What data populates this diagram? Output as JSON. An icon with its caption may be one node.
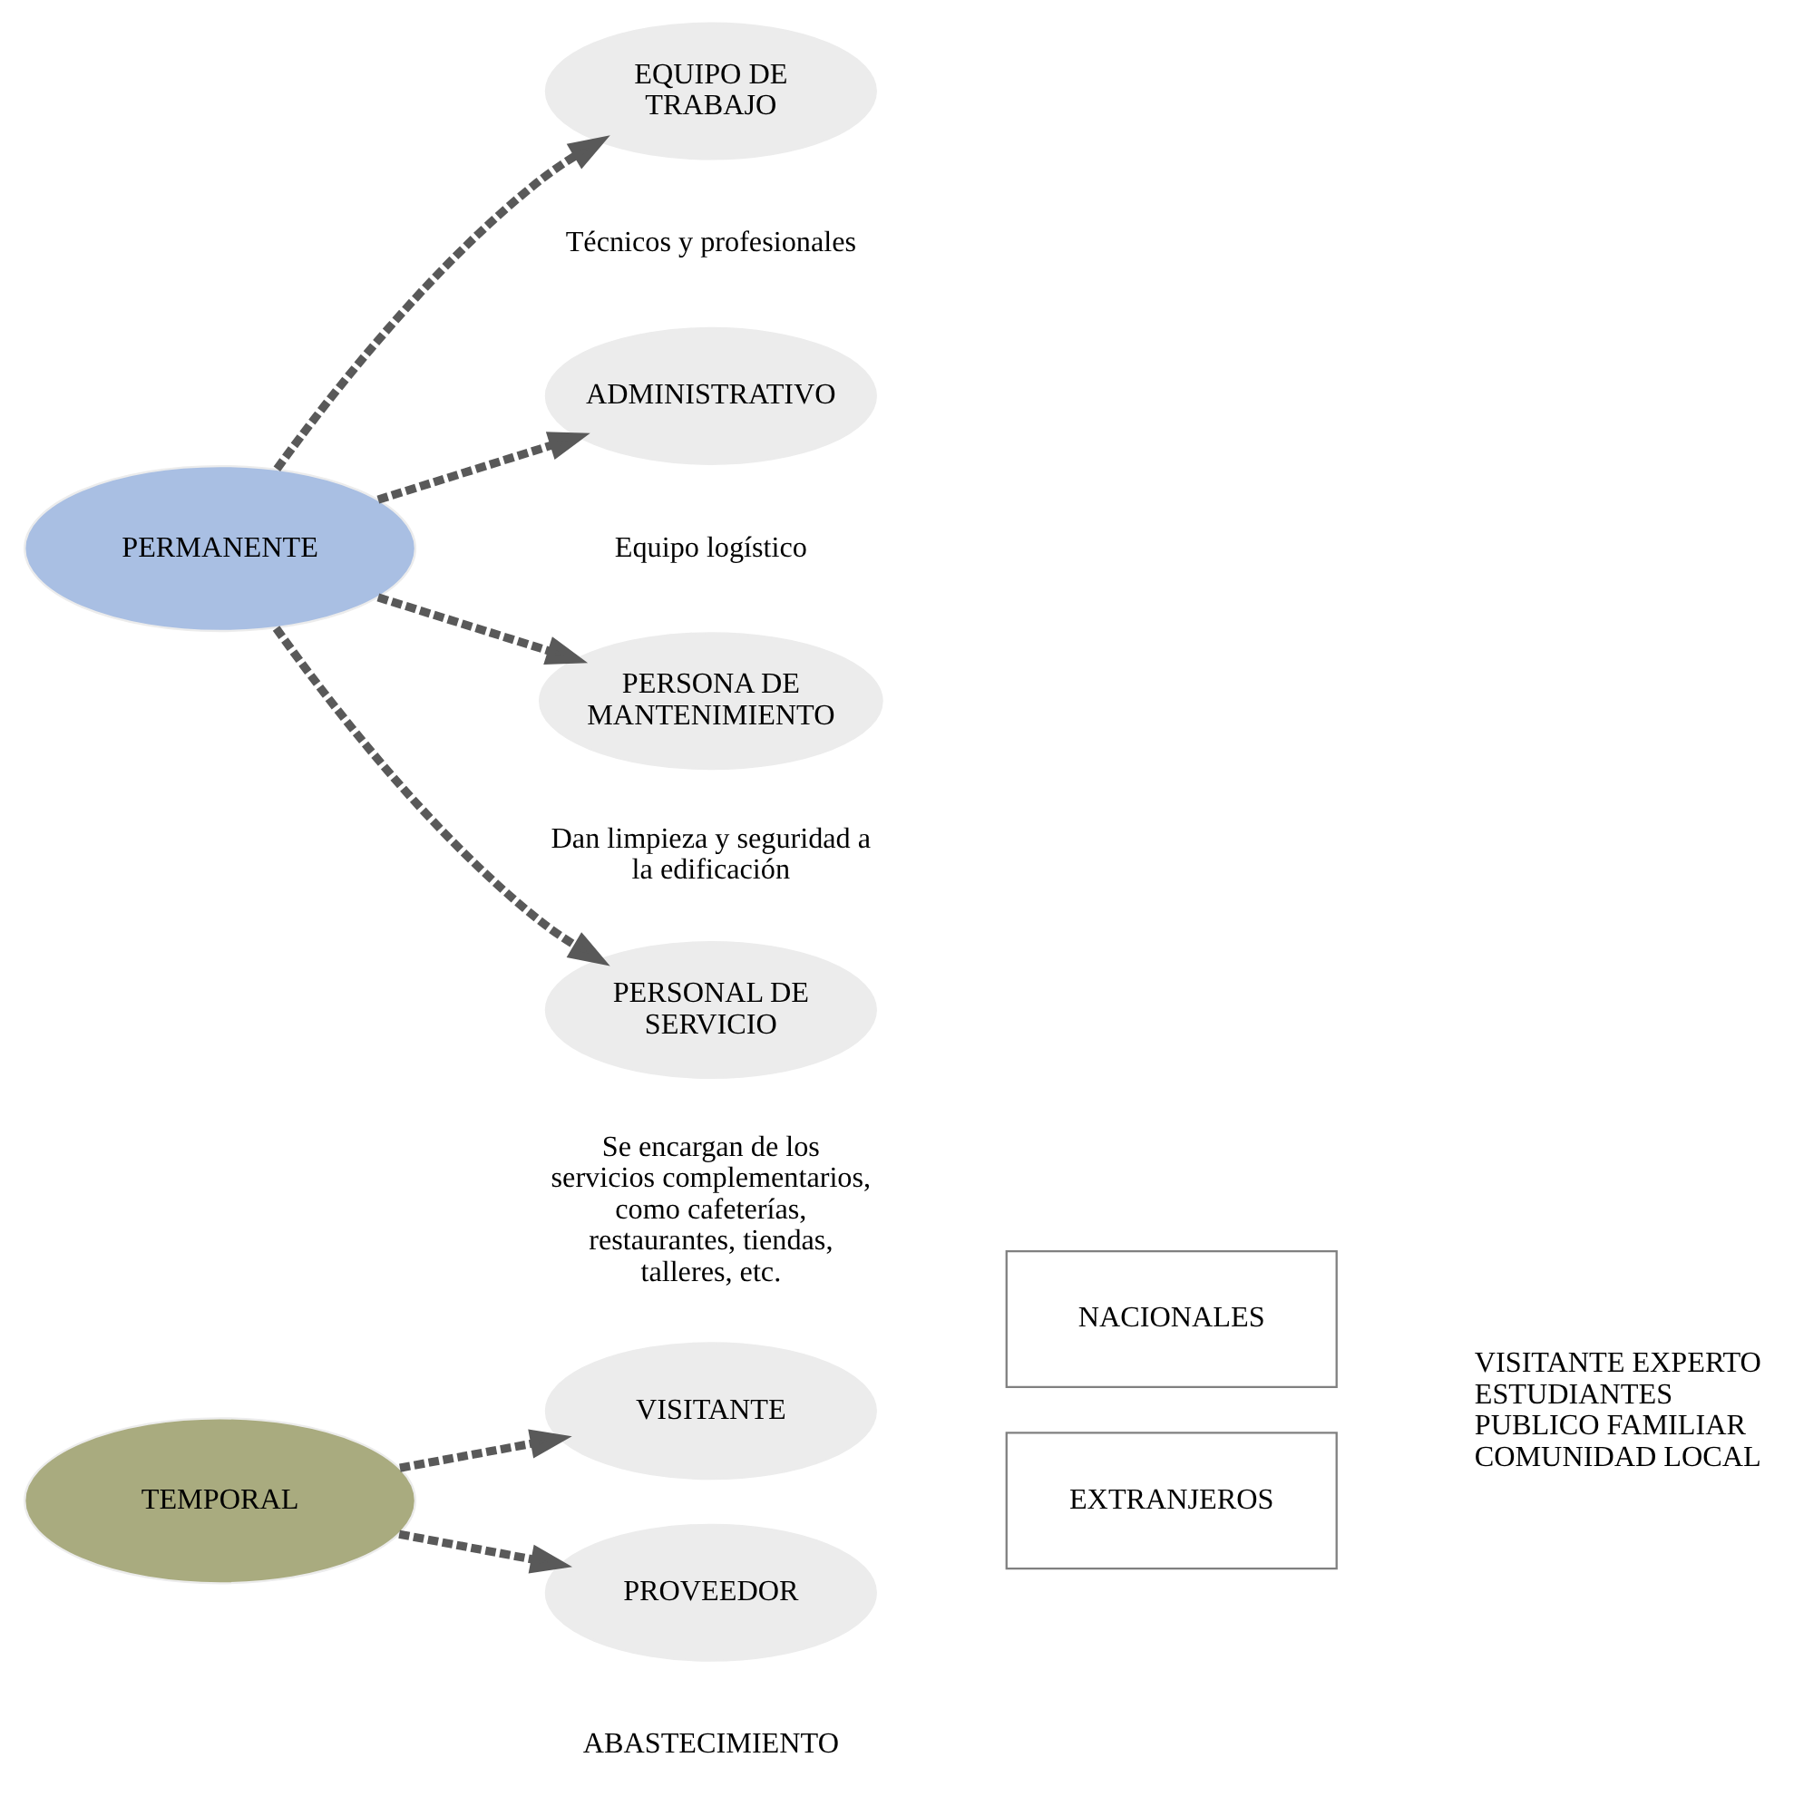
{
  "diagram": {
    "nodes": [
      {
        "text": [
          "TEMPORAL"
        ]
      },
      {
        "text": [
          "VISITANTE"
        ]
      },
      {
        "text": [
          "NACIONALES"
        ]
      },
      {
        "text": [
          "EXTRANJEROS"
        ]
      },
      {
        "text": [
          "PROVEEDOR"
        ],
        "beside": [
          "ABASTECIMIENTO"
        ]
      },
      {
        "text": [
          "PERMANENTE"
        ]
      },
      {
        "text": [
          "EQUIPO DE TRABAJO"
        ],
        "beside": [
          "Técnicos y profesionales"
        ]
      },
      {
        "text": [
          "ADMINISTRATIVO"
        ],
        "beside": [
          "Equipo logístico"
        ]
      },
      {
        "text": [
          "PERSONA DE MANTENIMIENTO"
        ],
        "beside": [
          "Dan limpieza y seguridad a la edificación"
        ]
      },
      {
        "text": [
          "PERSONAL DE SERVICIO"
        ],
        "beside": [
          "Se encargan de los servicios complementarios, como cafeterías, restaurantes, tiendas, talleres, etc."
        ]
      }
    ],
    "edges": [
      {
        "from": 0,
        "to": 1,
        "arrow": "to",
        "style": "dashed"
      },
      {
        "from": 0,
        "to": 4,
        "arrow": "to",
        "style": "dashed"
      },
      {
        "from": 5,
        "to": 6,
        "arrow": "to",
        "style": "dashed"
      },
      {
        "from": 5,
        "to": 7,
        "arrow": "to",
        "style": "dashed"
      },
      {
        "from": 5,
        "to": 8,
        "arrow": "to",
        "style": "dashed"
      },
      {
        "from": 5,
        "to": 9,
        "arrow": "to",
        "style": "dashed"
      }
    ],
    "labels": [
      "VISITANTE EXPERTO",
      "ESTUDIANTES",
      "PUBLICO FAMILIAR",
      "COMUNIDAD LOCAL"
    ]
  }
}
